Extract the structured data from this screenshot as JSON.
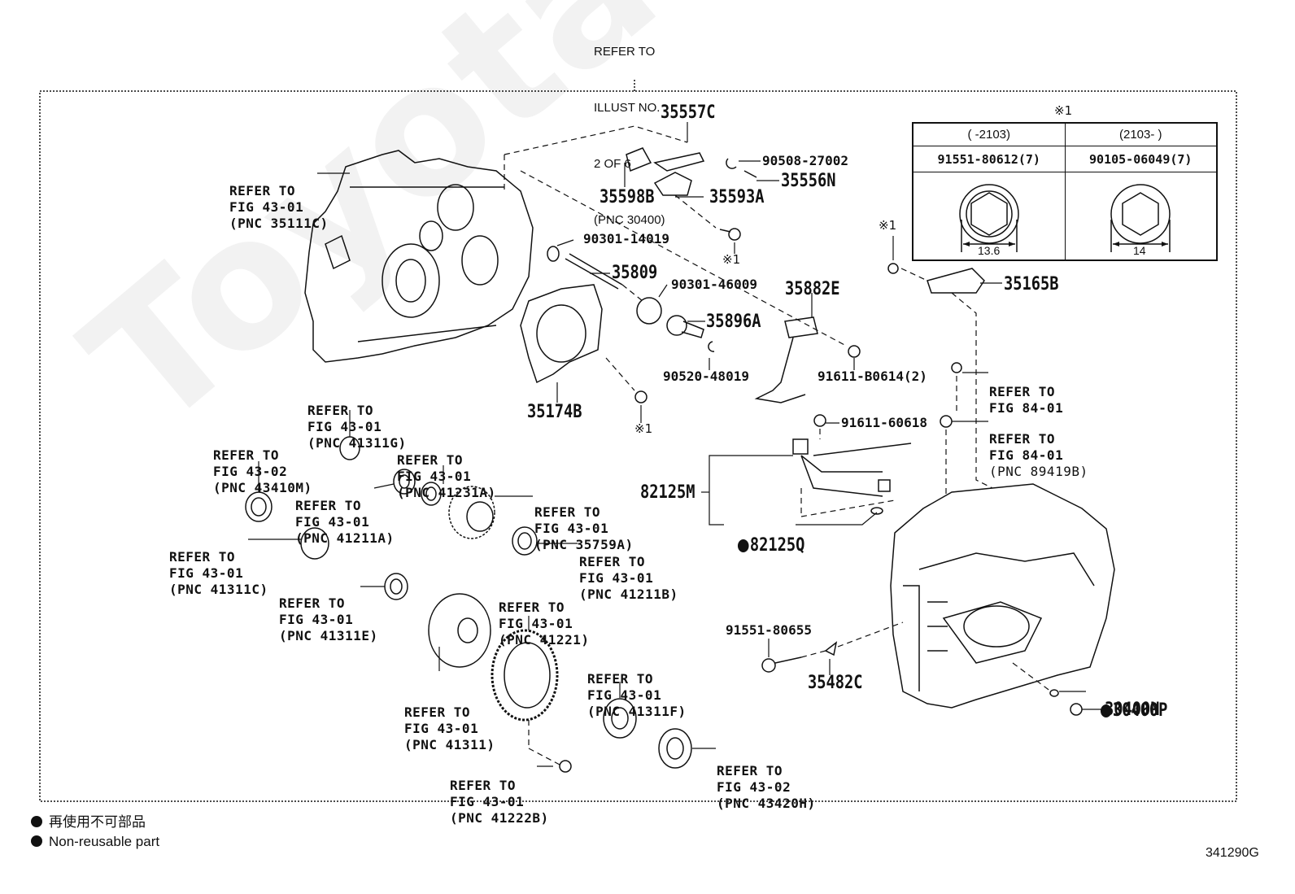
{
  "header_ref": {
    "lines": [
      "REFER TO",
      "ILLUST NO.",
      "2 OF 6",
      "(PNC 30400)"
    ]
  },
  "watermark": "ToyotaCarMine.ru",
  "fastener_table": {
    "mark": "※1",
    "columns": [
      {
        "range": "(      -2103)",
        "part": "91551-80612(7)",
        "dimension": "13.6"
      },
      {
        "range": "(2103-      )",
        "part": "90105-06049(7)",
        "dimension": "14"
      }
    ]
  },
  "parts": {
    "p35557C": "35557C",
    "p90508_27002": "90508-27002",
    "p35556N": "35556N",
    "p35598B": "35598B",
    "p35593A": "35593A",
    "p90301_14019": "90301-14019",
    "p35809": "35809",
    "p90301_46009": "90301-46009",
    "p35896A": "35896A",
    "p90520_48019": "90520-48019",
    "p35174B": "35174B",
    "p35882E": "35882E",
    "p91611_B0614": "91611-B0614(2)",
    "p35165B": "35165B",
    "p91611_60618": "91611-60618",
    "p82125M": "82125M",
    "p82125Q": "82125Q",
    "p91551_80655": "91551-80655",
    "p35482C": "35482C",
    "p30400P": "30400P",
    "p30400N": "30400N"
  },
  "marks": {
    "m1": "※1",
    "m2": "※1",
    "m3": "※1"
  },
  "refs": {
    "r35111C": [
      "REFER TO",
      "FIG 43-01",
      "(PNC 35111C)"
    ],
    "r41311G": [
      "REFER TO",
      "FIG 43-01",
      "(PNC 41311G)"
    ],
    "r43410M": [
      "REFER TO",
      "FIG 43-02",
      "(PNC 43410M)"
    ],
    "r41231A": [
      "REFER TO",
      "FIG 43-01",
      "(PNC 41231A)"
    ],
    "r41211A": [
      "REFER TO",
      "FIG 43-01",
      "(PNC 41211A)"
    ],
    "r35759A": [
      "REFER TO",
      "FIG 43-01",
      "(PNC 35759A)"
    ],
    "r41311C": [
      "REFER TO",
      "FIG 43-01",
      "(PNC 41311C)"
    ],
    "r41211B": [
      "REFER TO",
      "FIG 43-01",
      "(PNC 41211B)"
    ],
    "r41311E": [
      "REFER TO",
      "FIG 43-01",
      "(PNC 41311E)"
    ],
    "r41221": [
      "REFER TO",
      "FIG 43-01",
      "(PNC 41221)"
    ],
    "r41311": [
      "REFER TO",
      "FIG 43-01",
      "(PNC 41311)"
    ],
    "r41311F": [
      "REFER TO",
      "FIG 43-01",
      "(PNC 41311F)"
    ],
    "r41222B": [
      "REFER TO",
      "FIG 43-01",
      "(PNC 41222B)"
    ],
    "r43420H": [
      "REFER TO",
      "FIG 43-02",
      "(PNC 43420H)"
    ],
    "r84_01a": [
      "REFER TO",
      "FIG 84-01"
    ],
    "r89419B": [
      "REFER TO",
      "FIG 84-01",
      "(PNC 89419B)"
    ]
  },
  "legend": {
    "jp": "再使用不可部品",
    "en": "Non-reusable part"
  },
  "illustration_code": "341290G"
}
